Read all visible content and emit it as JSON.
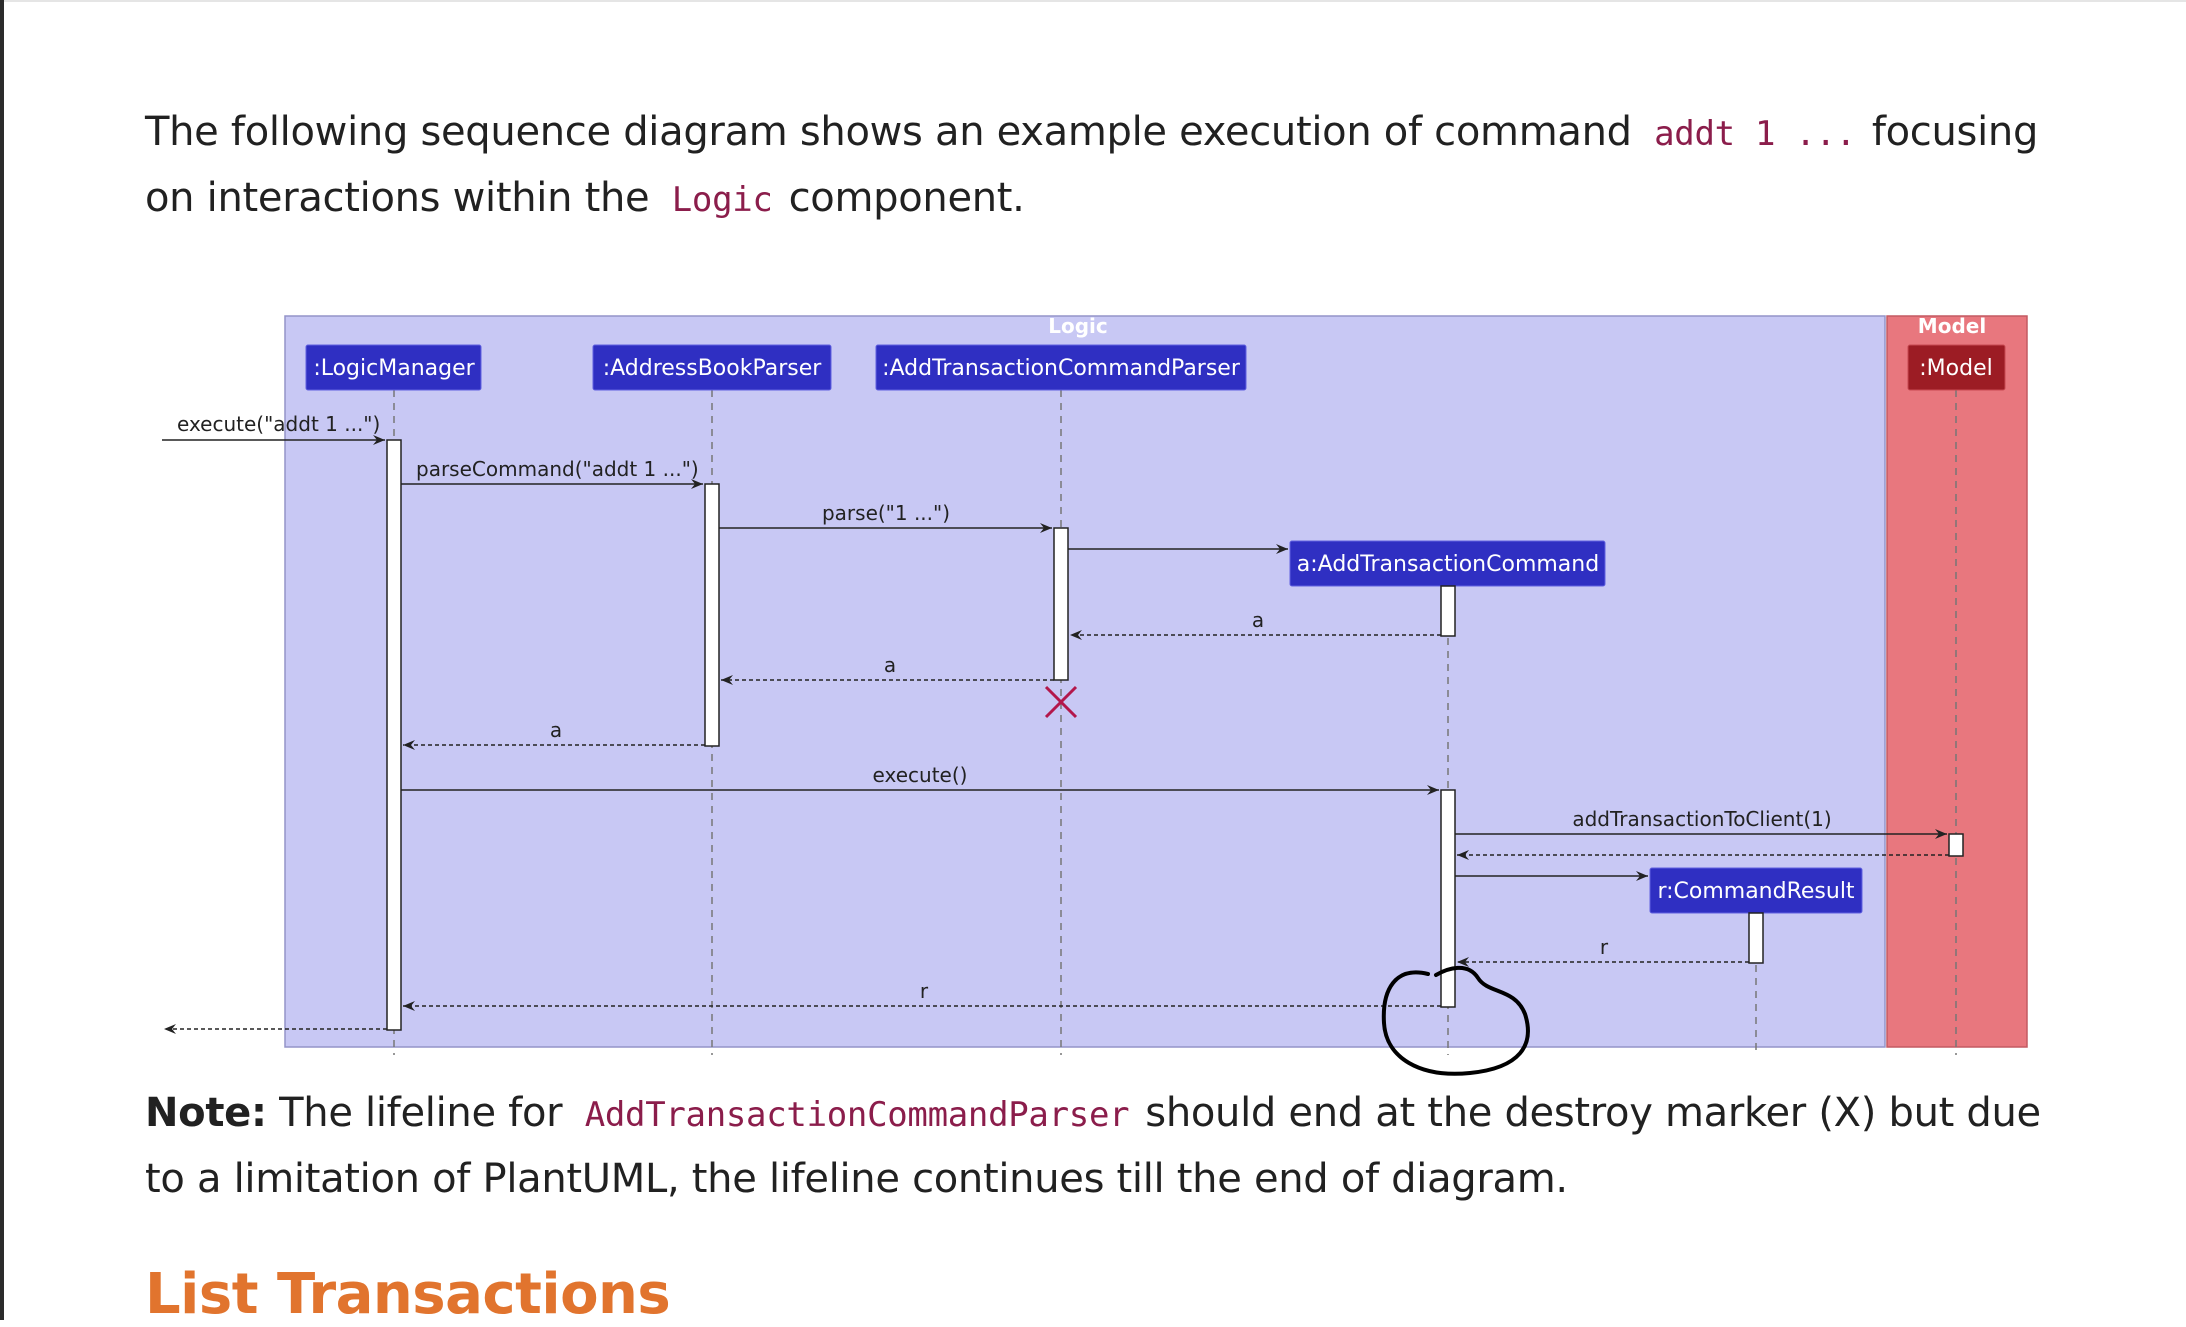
{
  "intro": {
    "before": "The following sequence diagram shows an example execution of command",
    "command": "addt 1 ...",
    "middle": "focusing on interactions within the",
    "component": "Logic",
    "after": "component."
  },
  "diagram": {
    "boxes": {
      "logic": "Logic",
      "model": "Model"
    },
    "participants": {
      "logic_manager": ":LogicManager",
      "address_book_parser": ":AddressBookParser",
      "add_transaction_command_parser": ":AddTransactionCommandParser",
      "add_transaction_command": "a:AddTransactionCommand",
      "command_result": "r:CommandResult",
      "model": ":Model"
    },
    "messages": {
      "execute_call": "execute(\"addt 1 ...\")",
      "parse_command": "parseCommand(\"addt 1 ...\")",
      "parse": "parse(\"1 ...\")",
      "return_a_1": "a",
      "return_a_2": "a",
      "return_a_3": "a",
      "execute_command": "execute()",
      "add_transaction_to_client": "addTransactionToClient(1)",
      "return_r_1": "r",
      "return_r_2": "r"
    }
  },
  "note": {
    "label": "Note:",
    "before": "The lifeline for",
    "code": "AddTransactionCommandParser",
    "after": "should end at the destroy marker (X) but due to a limitation of PlantUML, the lifeline continues till the end of diagram."
  },
  "section": {
    "heading": "List Transactions"
  },
  "colors": {
    "logic_box": "#c8c8f4",
    "model_box": "#e8777e",
    "participant": "#2f2fc2",
    "model_participant": "#9c1c24",
    "destroy_marker": "#b3174b",
    "heading": "#e1742e",
    "code": "#8b1d4b"
  }
}
